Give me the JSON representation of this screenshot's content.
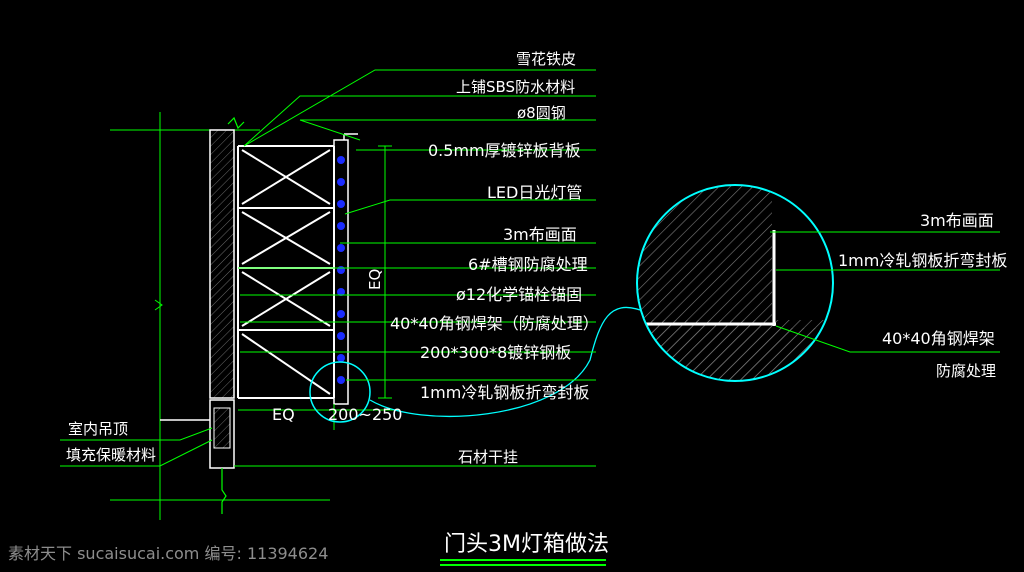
{
  "title": "门头3M灯箱做法",
  "watermark": "素材天下 sucaisucai.com  编号: 11394624",
  "labels": {
    "snow_iron": "雪花铁皮",
    "sbs": "上铺SBS防水材料",
    "rebar8": "ø8圆钢",
    "backplate": "0.5mm厚镀锌板背板",
    "led": "LED日光灯管",
    "cloth_left": "3m布画面",
    "channel": "6#槽钢防腐处理",
    "bolt": "ø12化学锚栓锚固",
    "angle_left": "40*40角钢焊架（防腐处理）",
    "plate": "200*300*8镀锌钢板",
    "seal_left": "1mm冷轧钢板折弯封板",
    "ceiling": "室内吊顶",
    "insulation": "填充保暖材料",
    "stone": "石材干挂",
    "eq_bottom": "EQ",
    "eq_vertical": "EQ",
    "dim": "200~250",
    "cloth_right": "3m布画面",
    "seal_right": "1mm冷轧钢板折弯封板",
    "angle_right": "40*40角钢焊架",
    "anticorrosion": "防腐处理"
  },
  "colors": {
    "background": "#000000",
    "leader": "#00ff00",
    "structure": "#ffffff",
    "detail_circle": "#00ffff",
    "led_dots": "#1a2bff"
  }
}
